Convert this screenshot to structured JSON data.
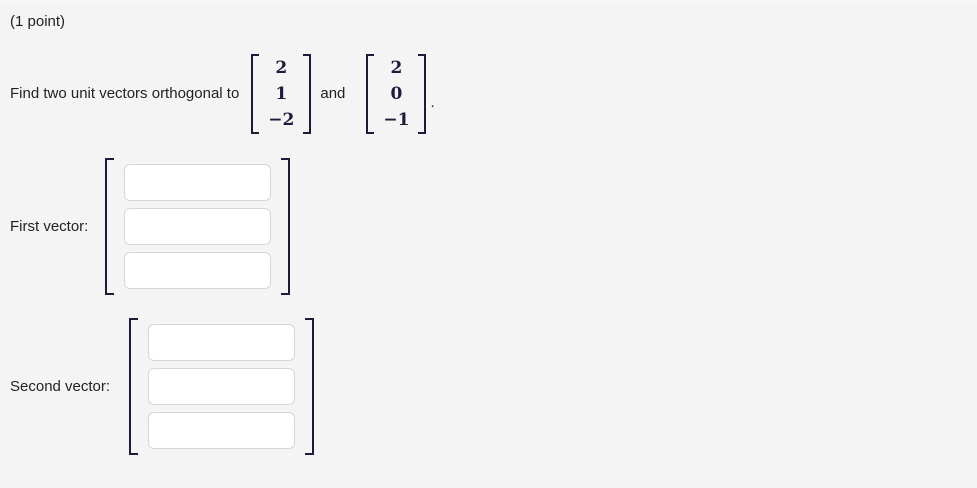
{
  "problem": {
    "points_label": "(1 point)",
    "prompt_prefix": "Find two unit vectors orthogonal to",
    "conjunction": "and",
    "terminator": ".",
    "vector_a": [
      "2",
      "1",
      "−2"
    ],
    "vector_b": [
      "2",
      "0",
      "−1"
    ]
  },
  "answers": {
    "first": {
      "label": "First vector:",
      "values": [
        "",
        "",
        ""
      ],
      "placeholders": [
        "",
        "",
        ""
      ]
    },
    "second": {
      "label": "Second vector:",
      "values": [
        "",
        "",
        ""
      ],
      "placeholders": [
        "",
        "",
        ""
      ]
    }
  },
  "colors": {
    "page_background": "#f4f4f4",
    "text": "#222222",
    "math": "#1b1b3a",
    "field_background": "#ffffff",
    "field_border": "#d6d6d6"
  }
}
